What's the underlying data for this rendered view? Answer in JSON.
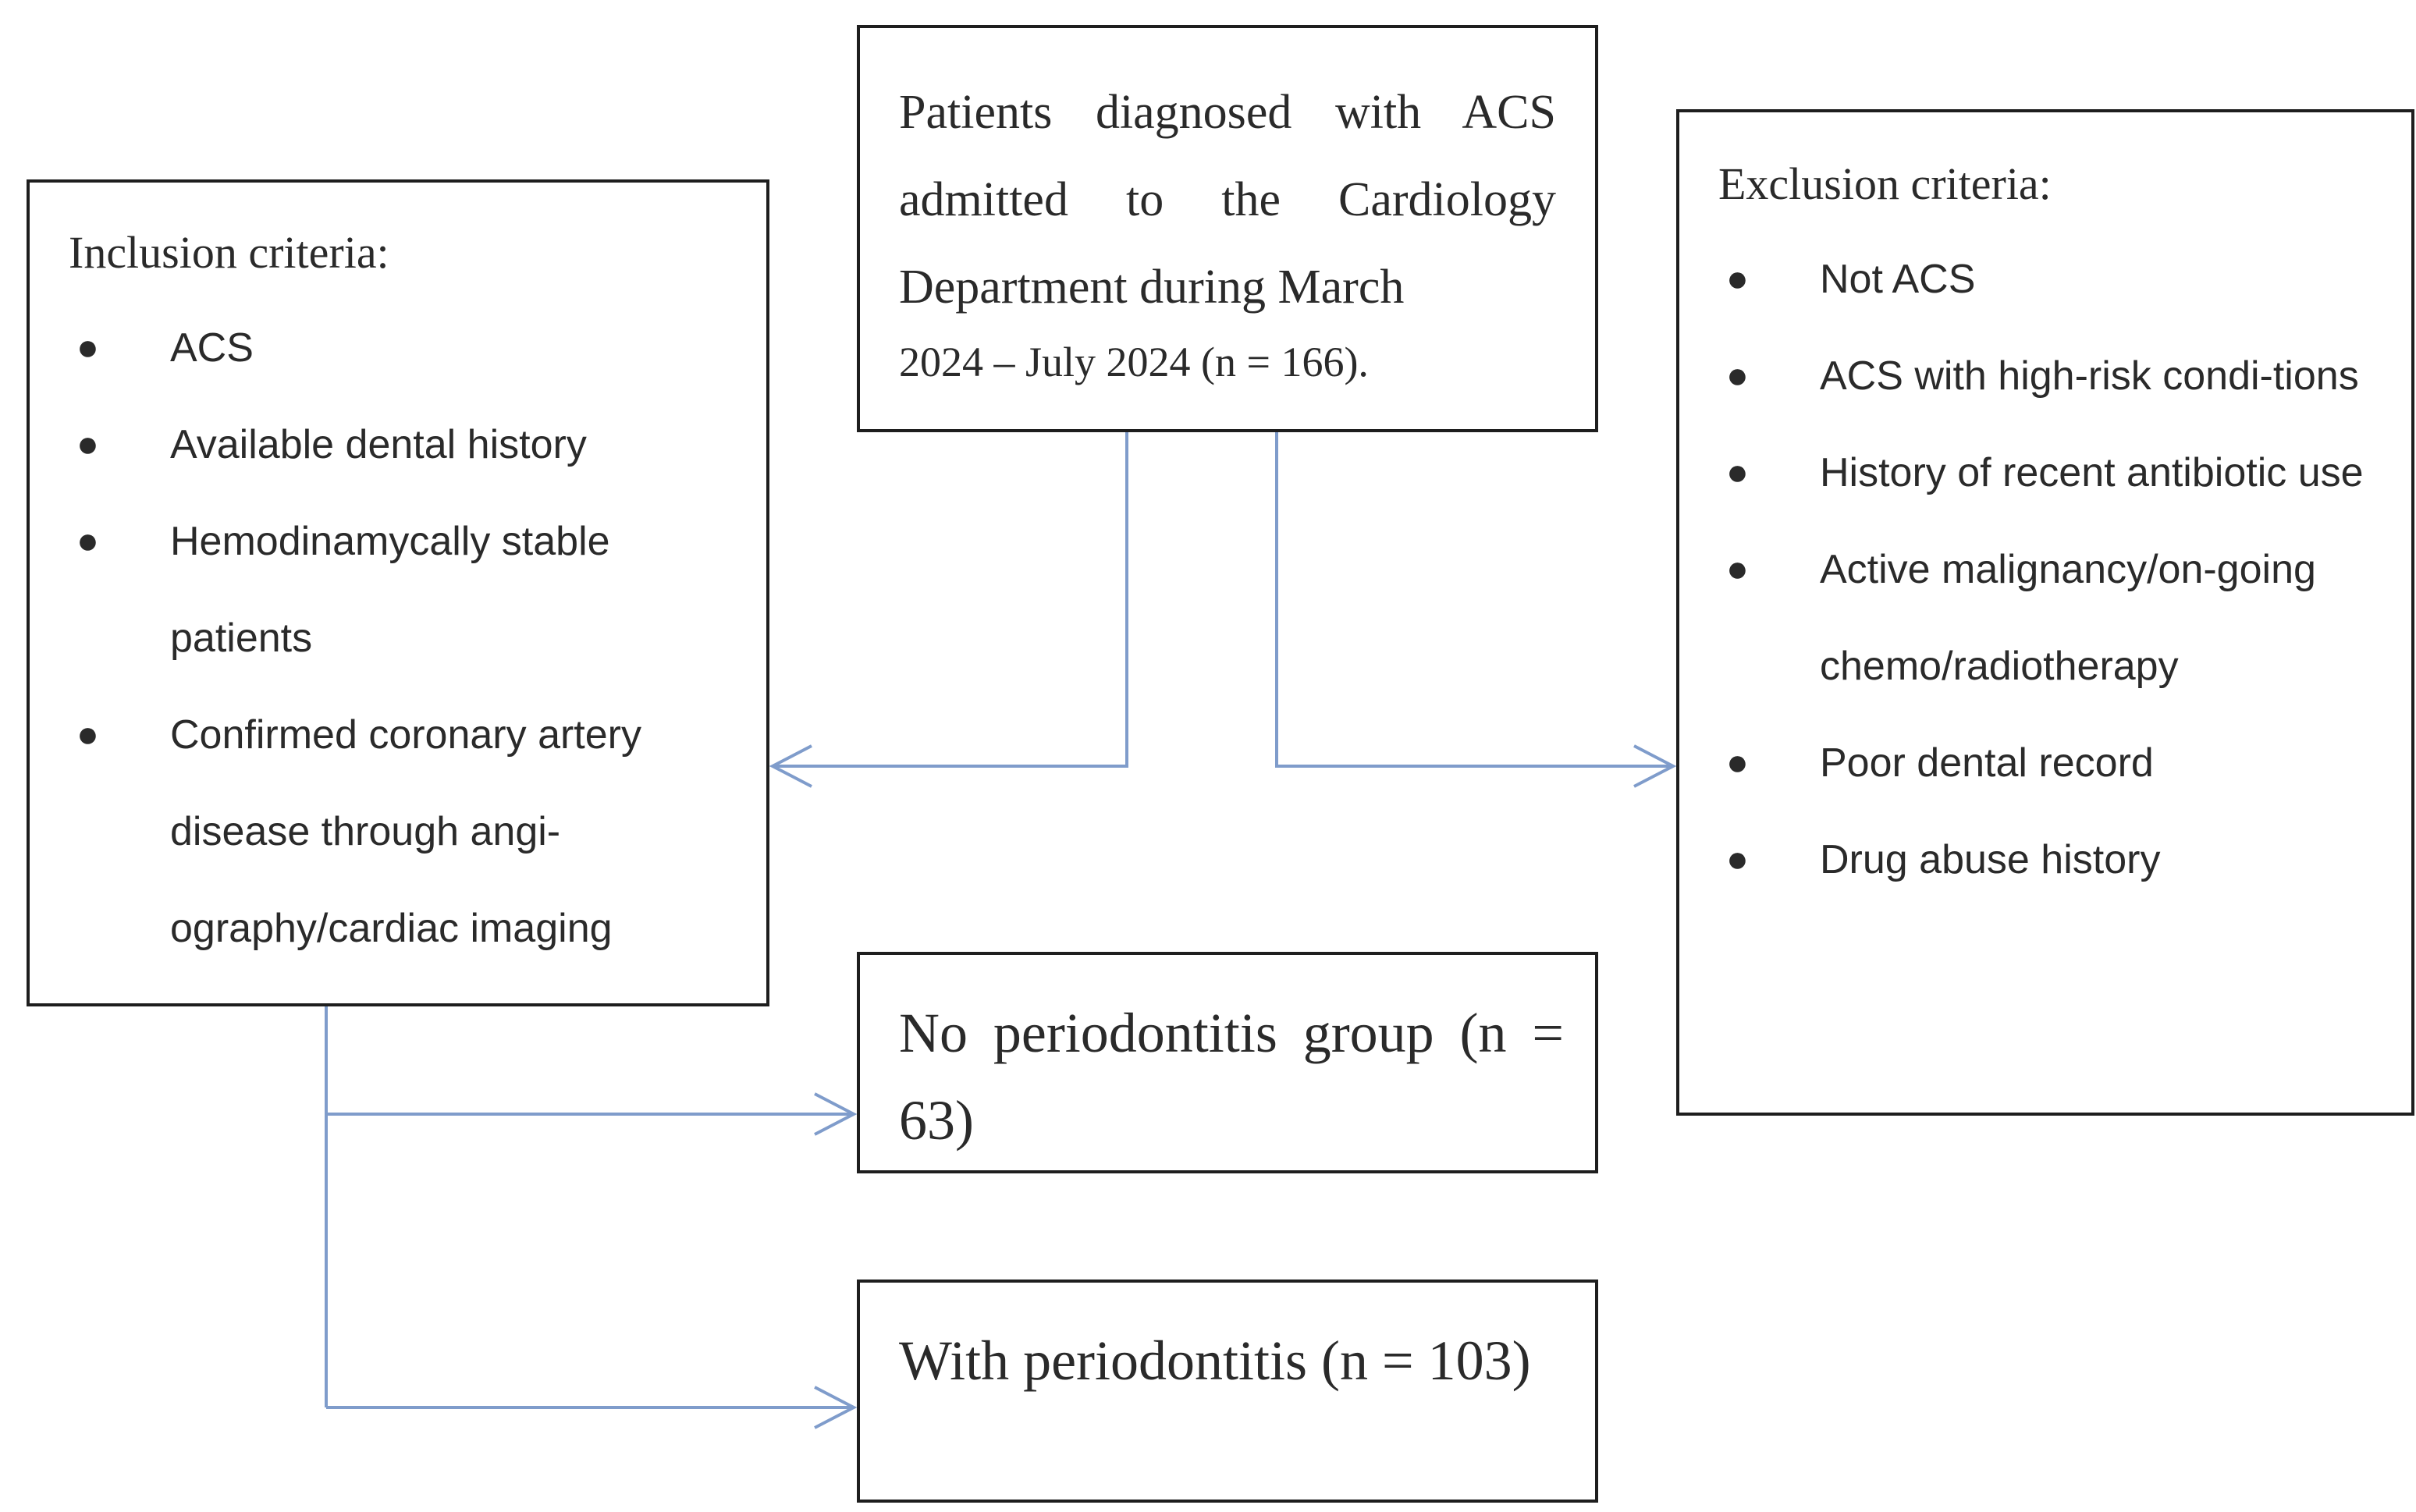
{
  "top_box": {
    "line1": "Patients diagnosed with ACS admitted to the Cardiology Department during March",
    "line2": "2024 – July 2024 (n = 166)."
  },
  "inclusion": {
    "title": "Inclusion criteria:",
    "items": [
      "ACS",
      "Available dental history",
      "Hemodinamycally stable patients",
      "Confirmed coronary artery disease through angi-ography/cardiac imaging"
    ]
  },
  "exclusion": {
    "title": "Exclusion criteria:",
    "items": [
      "Not ACS",
      "ACS with high-risk condi-tions",
      "History of recent antibiotic use",
      "Active malignancy/on-going chemo/radiotherapy",
      "Poor dental record",
      "Drug abuse history"
    ]
  },
  "groups": {
    "no_periodontitis": "No periodontitis group (n = 63)",
    "with_periodontitis": "With periodontitis (n = 103)"
  },
  "colors": {
    "connector": "#7f9ccb",
    "border": "#1e1e1e"
  }
}
